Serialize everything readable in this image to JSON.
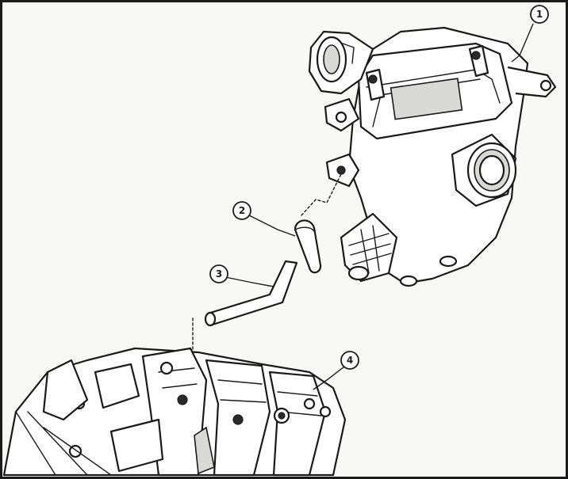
{
  "callouts": [
    {
      "id": "1",
      "label": "1"
    },
    {
      "id": "2",
      "label": "2"
    },
    {
      "id": "3",
      "label": "3"
    },
    {
      "id": "4",
      "label": "4"
    }
  ],
  "colors": {
    "ink": "#1a1a1a",
    "paper": "#f8f8f6",
    "shade": "#d9d9d6"
  }
}
